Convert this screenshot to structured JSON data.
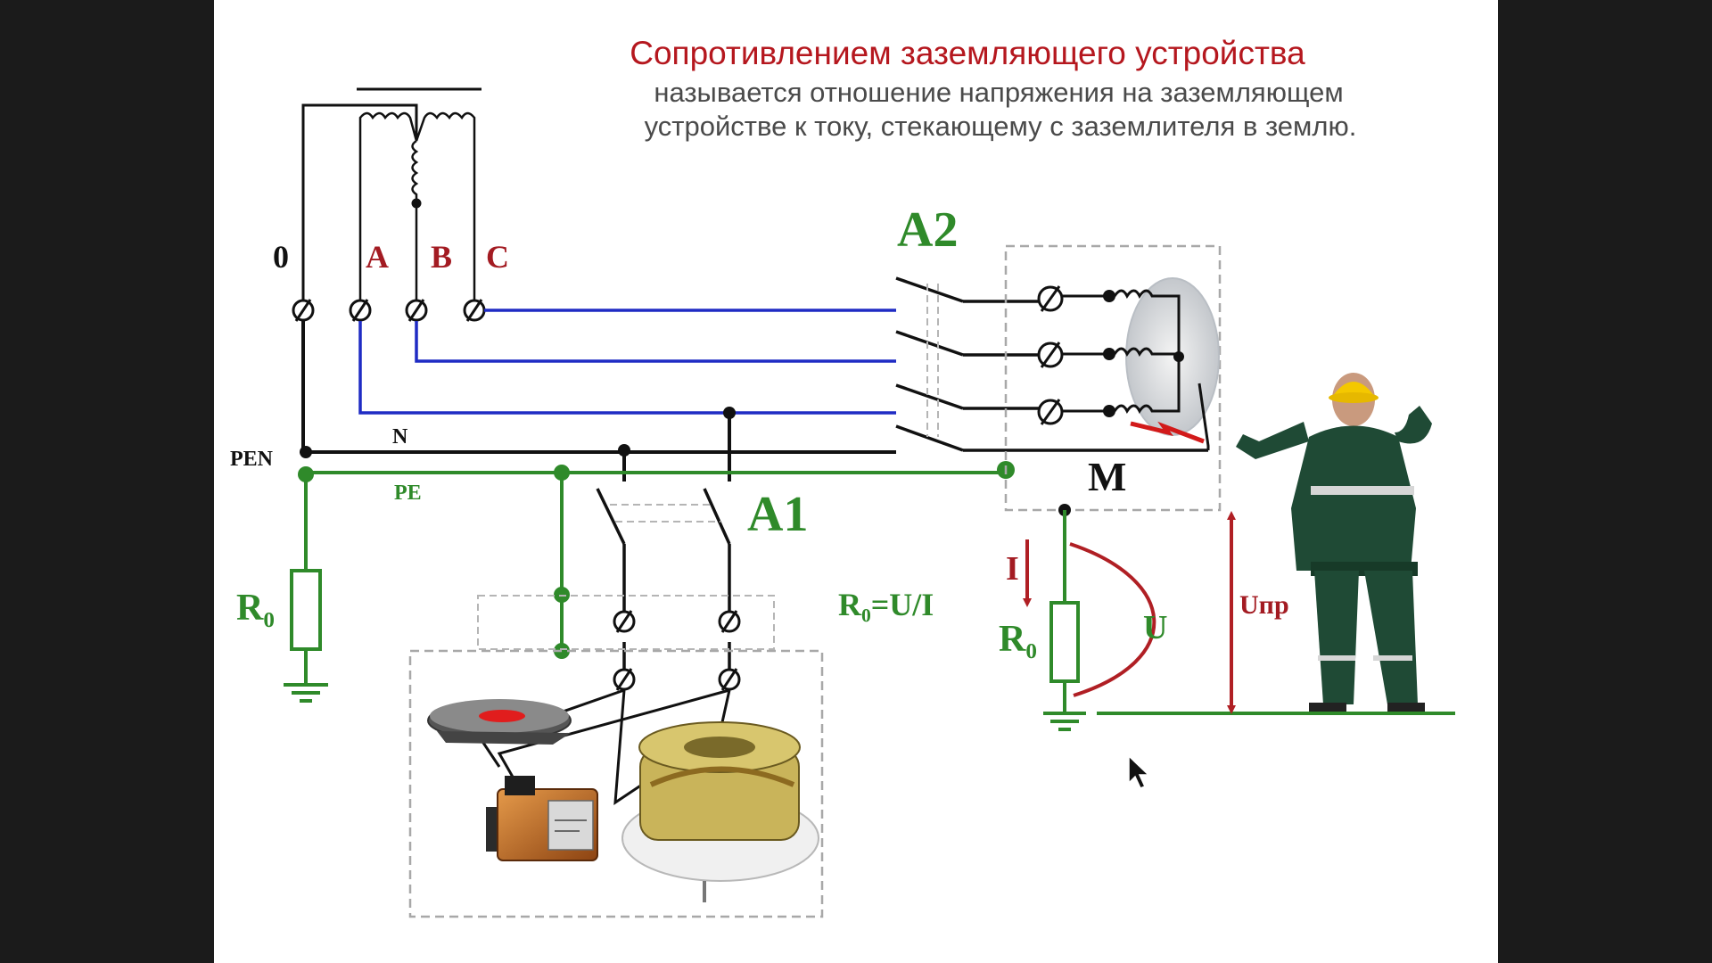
{
  "title": {
    "line1": "Сопротивлением заземляющего устройства",
    "line2": "называется отношение напряжения на заземляющем",
    "line3": "устройстве к току, стекающему с заземлителя в землю."
  },
  "labels": {
    "zero": "0",
    "phase_a": "A",
    "phase_b": "B",
    "phase_c": "C",
    "a2": "A2",
    "a1": "A1",
    "pen": "PEN",
    "n": "N",
    "pe": "PE",
    "r0_left": "R₀",
    "r0_right": "R₀",
    "formula": "R₀=U/I",
    "motor": "M",
    "current": "I",
    "voltage": "U",
    "touch_voltage": "Uпр"
  },
  "colors": {
    "title": "#b5171e",
    "phase_label": "#a31b22",
    "phase_wire": "#1f2bc4",
    "pe_green": "#2f8a2a",
    "wire_black": "#111111",
    "arrow_red": "#b01f24",
    "frame_dash": "#a8a8a8"
  },
  "icons": {
    "person": "worker-figure",
    "cursor": "mouse-pointer-icon",
    "appliances": "appliance-group"
  }
}
